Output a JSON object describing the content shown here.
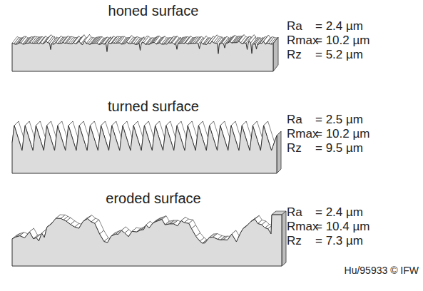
{
  "diagram": {
    "labels": [
      "honed surface",
      "Ra",
      "= 2.4 µm",
      "Rmax",
      "= 10.2 µm",
      "Rz",
      "= 5.2 µm",
      "turned surface",
      "Ra",
      "= 2.5 µm",
      "Rmax",
      "= 10.2 µm",
      "Rz",
      "= 9.5 µm",
      "eroded surface",
      "Ra",
      "= 2.4 µm",
      "Rmax",
      "= 10.4 µm",
      "Rz",
      "= 7.3 µm",
      "Hu/95933 © IFW"
    ]
  }
}
